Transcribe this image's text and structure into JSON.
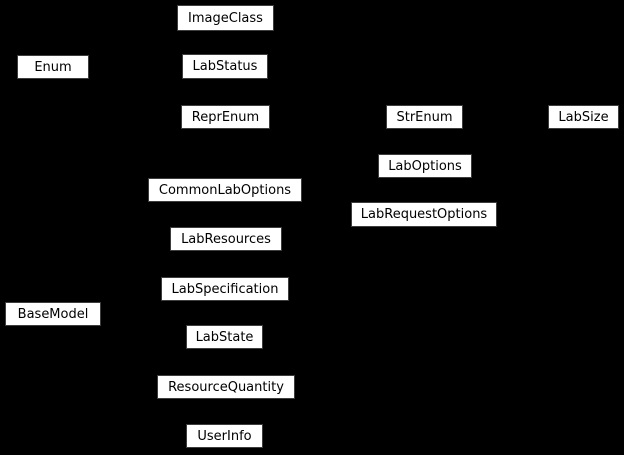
{
  "diagram": {
    "background_color": "#000000",
    "node_fill_color": "#ffffff",
    "node_border_color": "#3d3d3d",
    "node_text_color": "#000000",
    "nodes": [
      {
        "label": "ImageClass"
      },
      {
        "label": "Enum"
      },
      {
        "label": "LabStatus"
      },
      {
        "label": "ReprEnum"
      },
      {
        "label": "StrEnum"
      },
      {
        "label": "LabSize"
      },
      {
        "label": "LabOptions"
      },
      {
        "label": "CommonLabOptions"
      },
      {
        "label": "LabRequestOptions"
      },
      {
        "label": "LabResources"
      },
      {
        "label": "LabSpecification"
      },
      {
        "label": "BaseModel"
      },
      {
        "label": "LabState"
      },
      {
        "label": "ResourceQuantity"
      },
      {
        "label": "UserInfo"
      }
    ]
  }
}
